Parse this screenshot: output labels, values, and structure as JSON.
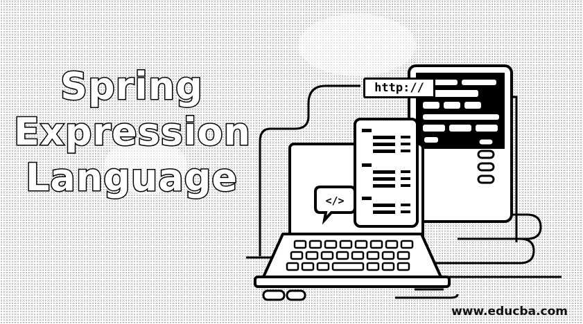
{
  "title_lines": [
    "Spring",
    "Expression",
    "Language"
  ],
  "http_badge": "http://",
  "code_badge": "</>",
  "watermark": "www.educba.com",
  "icons": [
    "laptop-icon",
    "monitor-icon",
    "document-icon",
    "code-chat-icon",
    "http-badge"
  ]
}
